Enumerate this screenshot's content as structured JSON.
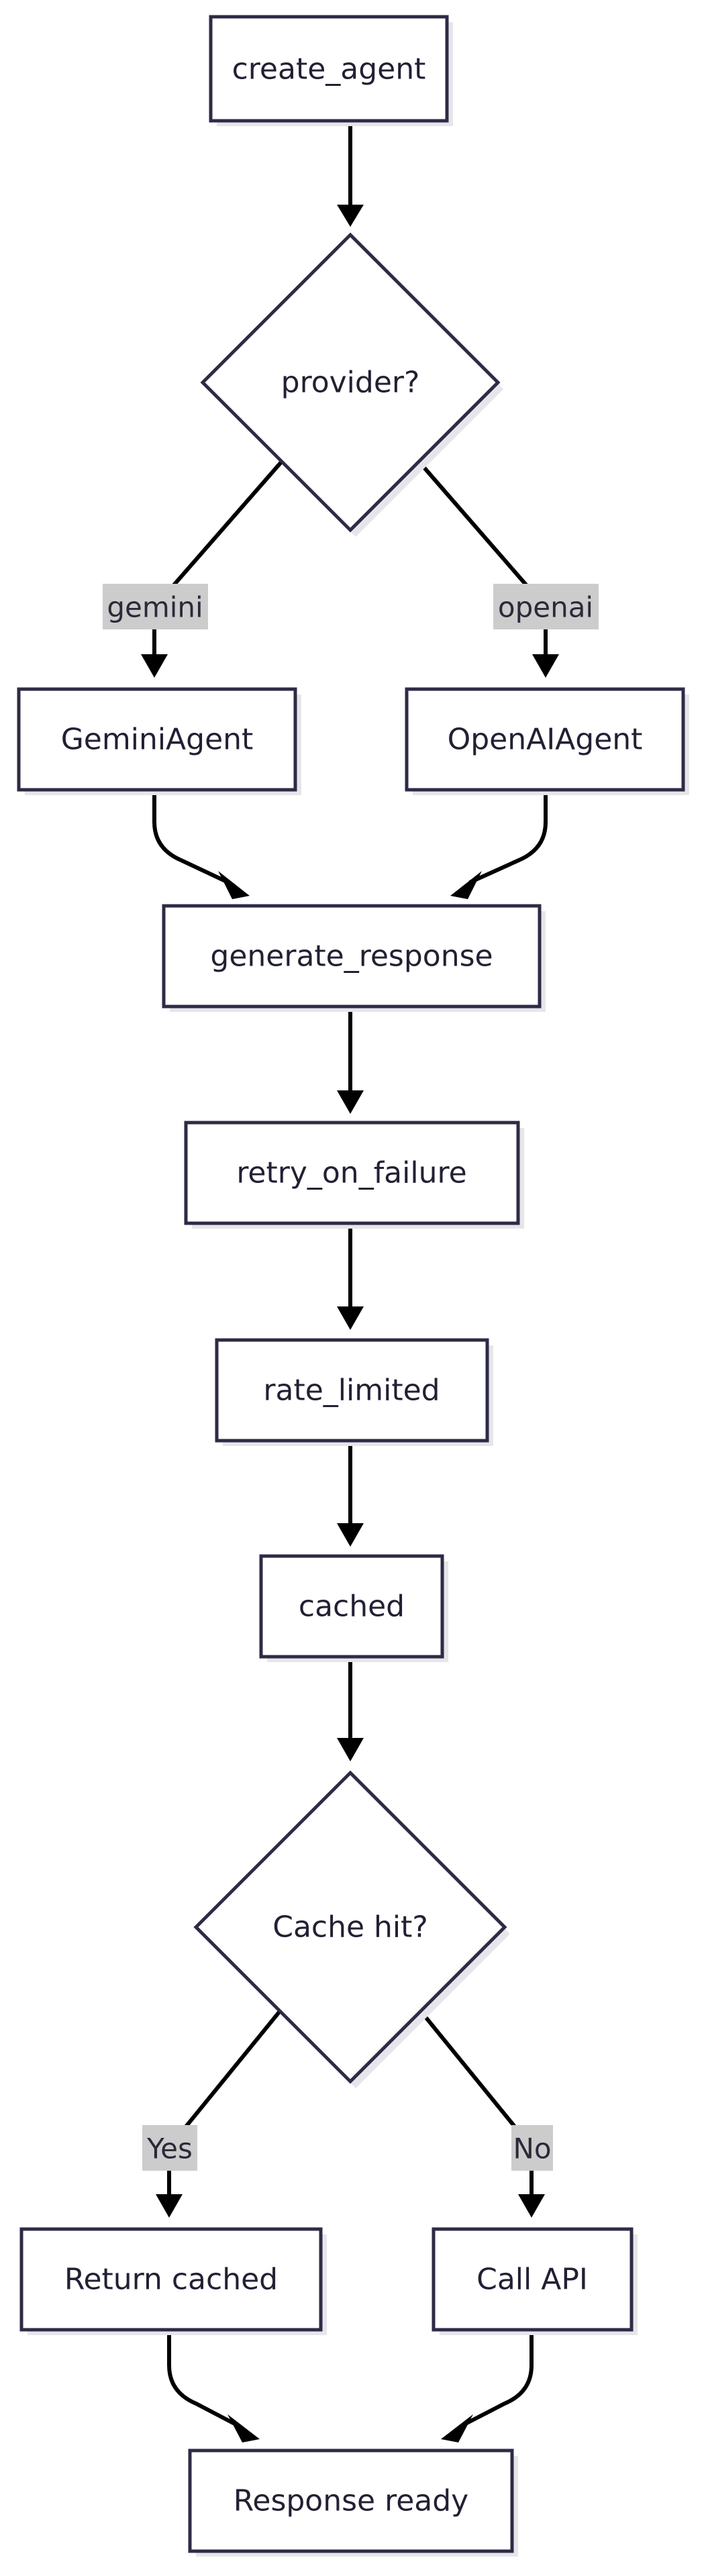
{
  "nodes": {
    "create_agent": "create_agent",
    "provider": "provider?",
    "gemini_agent": "GeminiAgent",
    "openai_agent": "OpenAIAgent",
    "generate_response": "generate_response",
    "retry_on_failure": "retry_on_failure",
    "rate_limited": "rate_limited",
    "cached": "cached",
    "cache_hit": "Cache hit?",
    "return_cached": "Return cached",
    "call_api": "Call API",
    "response_ready": "Response ready"
  },
  "edge_labels": {
    "gemini": "gemini",
    "openai": "openai",
    "yes": "Yes",
    "no": "No"
  },
  "colors": {
    "node_border": "#2d2b45",
    "node_fill": "#ffffff",
    "edge": "#000000",
    "label_background": "#cccccc"
  }
}
